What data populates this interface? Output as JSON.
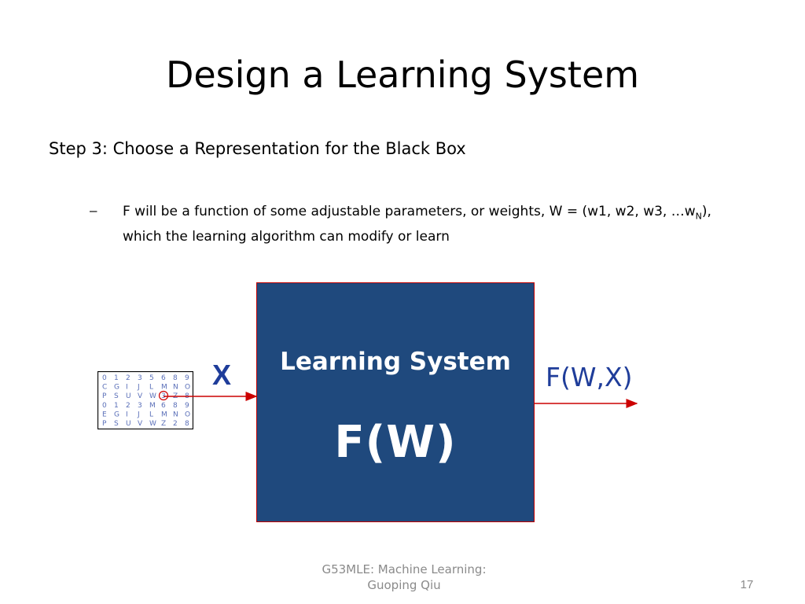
{
  "slide": {
    "title": "Design a Learning System",
    "step": "Step 3: Choose a Representation for the Black Box",
    "bullet_marker": "–",
    "bullet_line1_prefix": "F will be a function of some adjustable parameters, or weights, W = (w1, w2, w3, …w",
    "bullet_line1_sub": "N",
    "bullet_line1_suffix": "),",
    "bullet_line2": "which the learning algorithm can modify or learn"
  },
  "diagram": {
    "box_title": "Learning System",
    "box_function": "F(W)",
    "input_label": "X",
    "output_label": "F(W,X)",
    "handwriting_rows": [
      [
        "0",
        "1",
        "2",
        "3",
        "5",
        "6",
        "8",
        "9"
      ],
      [
        "C",
        "G",
        "I",
        "J",
        "L",
        "M",
        "N",
        "O"
      ],
      [
        "P",
        "S",
        "U",
        "V",
        "W",
        "3",
        "Z",
        "8"
      ],
      [
        "0",
        "1",
        "2",
        "3",
        "M",
        "6",
        "8",
        "9"
      ],
      [
        "E",
        "G",
        "I",
        "J",
        "L",
        "M",
        "N",
        "O"
      ],
      [
        "P",
        "S",
        "U",
        "V",
        "W",
        "Z",
        "2",
        "8"
      ]
    ],
    "colors": {
      "box_fill": "#1f497d",
      "box_border": "#c00000",
      "arrow": "#cc0000",
      "label": "#1f3d9a"
    }
  },
  "footer": {
    "course_line1": "G53MLE: Machine Learning:",
    "course_line2": "Guoping Qiu",
    "page_number": "17"
  }
}
